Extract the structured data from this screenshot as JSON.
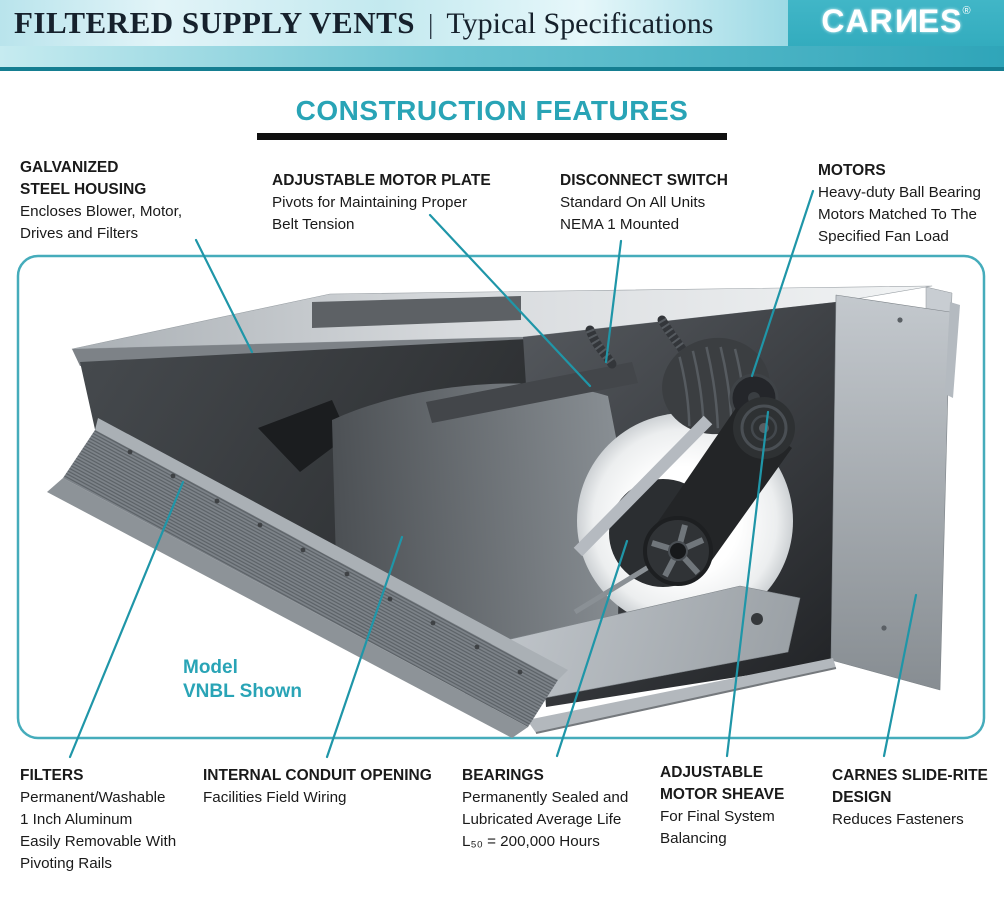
{
  "header": {
    "title": "FILTERED SUPPLY VENTS",
    "separator": "|",
    "subtitle": "Typical Specifications",
    "brand": {
      "parts": [
        "CAR",
        "N",
        "ES"
      ],
      "registered": "®"
    }
  },
  "section": {
    "title": "CONSTRUCTION FEATURES"
  },
  "model_note": "Model\nVNBL Shown",
  "callouts": {
    "galvanized": {
      "title": "GALVANIZED\nSTEEL HOUSING",
      "body": "Encloses Blower, Motor,\nDrives and Filters"
    },
    "motor_plate": {
      "title": "ADJUSTABLE MOTOR PLATE",
      "body": "Pivots for Maintaining Proper\nBelt Tension"
    },
    "disconnect": {
      "title": "DISCONNECT SWITCH",
      "body": "Standard On All Units\nNEMA 1 Mounted"
    },
    "motors": {
      "title": "MOTORS",
      "body": "Heavy-duty Ball Bearing\nMotors Matched To The\nSpecified Fan Load"
    },
    "filters": {
      "title": "FILTERS",
      "body": "Permanent/Washable\n1 Inch Aluminum\nEasily Removable With\nPivoting Rails"
    },
    "conduit": {
      "title": "INTERNAL CONDUIT OPENING",
      "body": "Facilities Field Wiring"
    },
    "bearings": {
      "title": "BEARINGS",
      "body": "Permanently Sealed and\nLubricated Average Life\nL₅₀ = 200,000 Hours"
    },
    "sheave": {
      "title": "ADJUSTABLE\nMOTOR SHEAVE",
      "body": "For Final System\nBalancing"
    },
    "slide_rite": {
      "title": "CARNES SLIDE-RITE\nDESIGN",
      "body": "Reduces Fasteners"
    }
  },
  "colors": {
    "accent_teal": "#29a4b6",
    "leader_line": "#1f96a8",
    "frame_border": "#45acbb",
    "brand_background": "#3ab4c5",
    "banner_text": "#16212c",
    "label_text": "#1a1a1a"
  }
}
